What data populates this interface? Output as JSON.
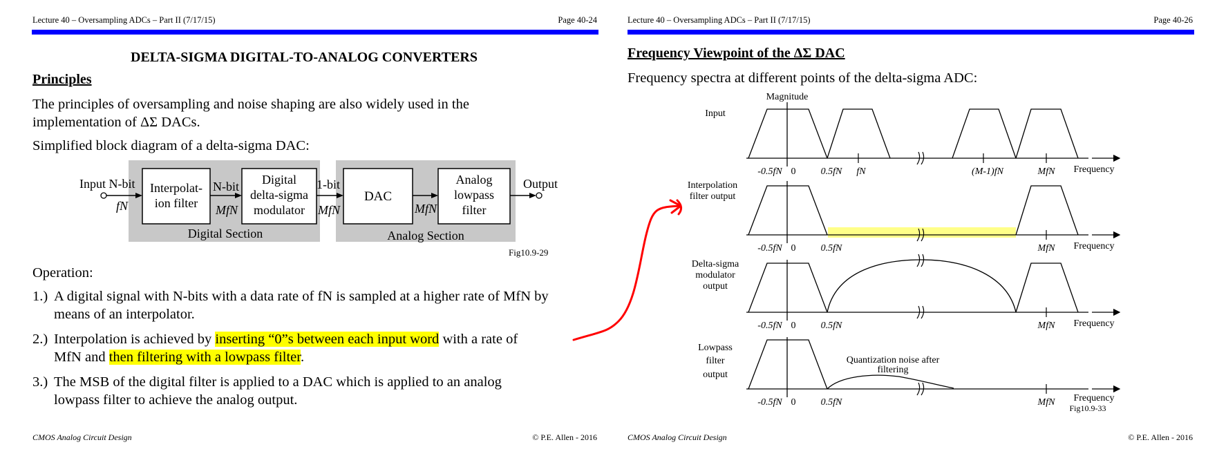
{
  "left": {
    "header": {
      "title": "Lecture 40 – Oversampling ADCs – Part II (7/17/15)",
      "page": "Page 40-24"
    },
    "title": "DELTA-SIGMA DIGITAL-TO-ANALOG CONVERTERS",
    "principles_heading": "Principles",
    "intro_line1": "The principles of oversampling and noise shaping are also widely used in the",
    "intro_line2": "implementation of ΔΣ DACs.",
    "diagram_caption": "Simplified block diagram of a delta-sigma DAC:",
    "diagram": {
      "input_label": "Input N-bit",
      "input_rate": "fN",
      "interp_line1": "Interpolat-",
      "interp_line2": "ion filter",
      "nbit": "N-bit",
      "mfn1": "MfN",
      "mod_line1": "Digital",
      "mod_line2": "delta-sigma",
      "mod_line3": "modulator",
      "onebit": "1-bit",
      "mfn2": "MfN",
      "dac": "DAC",
      "mfn3": "MfN",
      "lpf_line1": "Analog",
      "lpf_line2": "lowpass",
      "lpf_line3": "filter",
      "output": "Output",
      "digital_section": "Digital Section",
      "analog_section": "Analog Section",
      "fig": "Fig10.9-29"
    },
    "operation": "Operation:",
    "items": [
      {
        "num": "1.)",
        "l1": "A digital signal with N-bits with a data rate of fN is sampled at a higher rate of MfN by",
        "l2": "means of an interpolator."
      },
      {
        "num": "2.)",
        "l1a": "Interpolation is achieved by ",
        "l1b": "inserting “0”s between each input word",
        "l1c": " with a rate of",
        "l2a": "MfN and ",
        "l2b": "then filtering with a lowpass filter",
        "l2c": "."
      },
      {
        "num": "3.)",
        "l1": "The MSB of the digital filter is applied to a DAC which is applied to an analog",
        "l2": "lowpass filter to achieve the analog output."
      }
    ],
    "footer": {
      "left": "CMOS Analog Circuit Design",
      "right": "© P.E. Allen - 2016"
    }
  },
  "right": {
    "header": {
      "title": "Lecture 40 – Oversampling ADCs – Part II (7/17/15)",
      "page": "Page 40-26"
    },
    "title": "Frequency Viewpoint of the ΔΣ DAC",
    "subtitle": "Frequency spectra at different points of the delta-sigma ADC:",
    "magnitude": "Magnitude",
    "row_labels": {
      "input": "Input",
      "interp1": "Interpolation",
      "interp2": "filter output",
      "mod1": "Delta-sigma",
      "mod2": "modulator",
      "mod3": "output",
      "lp1": "Lowpass",
      "lp2": "filter",
      "lp3": "output"
    },
    "ticks": {
      "neg": "-0.5fN",
      "zero": "0",
      "half": "0.5fN",
      "fn": "fN",
      "m1": "(M-1)fN",
      "mfn": "MfN",
      "freq": "Frequency"
    },
    "qnoise1": "Quantization noise after",
    "qnoise2": "filtering",
    "fig": "Fig10.9-33",
    "footer": {
      "left": "CMOS Analog Circuit Design",
      "right": "© P.E. Allen - 2016"
    }
  },
  "colors": {
    "rule": "#0000ff",
    "highlight": "#ffff00",
    "annotation": "#ff0000",
    "section": "#c8c8c8"
  }
}
